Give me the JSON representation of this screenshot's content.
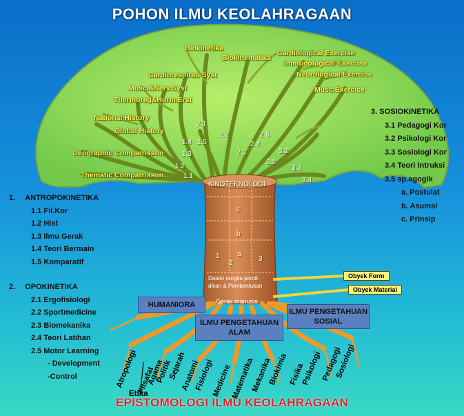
{
  "title": "POHON ILMU KEOLAHRAGAAN",
  "footer": "EPISTOMOLOGI ILMU KEOLAHRAGAAN",
  "trunk": {
    "label": "KINOTEKNOLOGI",
    "segments": [
      "c",
      "b",
      "a",
      "1",
      "2",
      "3"
    ],
    "base_text_1": "Dalam rangka pendi-",
    "base_text_2": "dikan & Pembentukan",
    "gerak": "Gerak manusia"
  },
  "obyek": {
    "form": "Obyek Form",
    "material": "Obyek Material"
  },
  "branches": {
    "biokinetika": "Biokinetika",
    "biokinematika": "Biokinematika",
    "cardio": "Cardiological Exercise",
    "immuno": "Immunological Exercise",
    "neuro": "Neurological Exercise",
    "musc": "Musc.Exercise",
    "cardiorespirat": "Cardiorespirat. Syst",
    "muscnerv": "Musc.&Nerv.Syst",
    "thermoreg": "Thermoreg&Horm.Erst",
    "national": "National History",
    "global": "Global History",
    "geographic": "Geographic Comparrisson",
    "thematic": "Thematic Comparrisson"
  },
  "branch_numbers": {
    "n21": "2.1",
    "n22": "2.2",
    "n25": "2.5",
    "n14": "1.4",
    "n15": "1.5",
    "n24": "2.4",
    "n23": "2.3",
    "n13": "1.3",
    "n32": "3.2",
    "n31": "3.1",
    "n12": "1.2",
    "n33": "3.3",
    "n11": "1.1",
    "n34": "3.4"
  },
  "left_panel": {
    "antropokinetika": {
      "heading_num": "1.",
      "heading": "ANTROPOKINETIKA",
      "items": [
        "1.1 Fil.Kor",
        "1.2 Hist",
        "1.3 Ilmu Gerak",
        "1.4 Teori Bermain",
        "1.5 Komparatif"
      ]
    },
    "opokinetika": {
      "heading_num": "2.",
      "heading": "OPOKINETIKA",
      "items": [
        "2.1 Ergofisiologi",
        "2.2 Sportmedicine",
        "2.3 Biomekanika",
        "2.4 Teori Latihan",
        "2.5 Motor Learning"
      ],
      "subitems": [
        "- Development",
        "-Control"
      ]
    }
  },
  "right_panel": {
    "heading": "3. SOSIOKINETIKA",
    "items": [
      "3.1 Pedagogi Kor",
      "3.2 Psikologi Kor",
      "3.3 Sosiologi Kor",
      "3.4 Teori Intruksi",
      "3.5 sp.agogik"
    ],
    "subitems": [
      "a. Postulat",
      "b. Asumsi",
      "c. Prinsip"
    ]
  },
  "sciences": {
    "humaniora": "HUMANIORA",
    "sosial_1": "ILMU PENGETAHUAN",
    "sosial_2": "SOSIAL",
    "alam_1": "ILMU PENGETAHUAN",
    "alam_2": "ALAM"
  },
  "roots": [
    "Atropologi",
    "Filsafat",
    "Agama",
    "Politik",
    "Sejarah",
    "Anatomi",
    "Fisiologi",
    "Medicine",
    "Matematika",
    "Mekanika",
    "Biokimia",
    "Fisika",
    "Psikologi",
    "Pedagogi",
    "Sosiologi"
  ],
  "etika": "Etika",
  "colors": {
    "sky_top": "#0a6fc9",
    "sky_bottom": "#39d9c4",
    "canopy": "#8fdc5a",
    "trunk": "#c97a45",
    "branch_text": "#ffef4a",
    "roots": "#f0992b",
    "footer": "#e0232d"
  }
}
